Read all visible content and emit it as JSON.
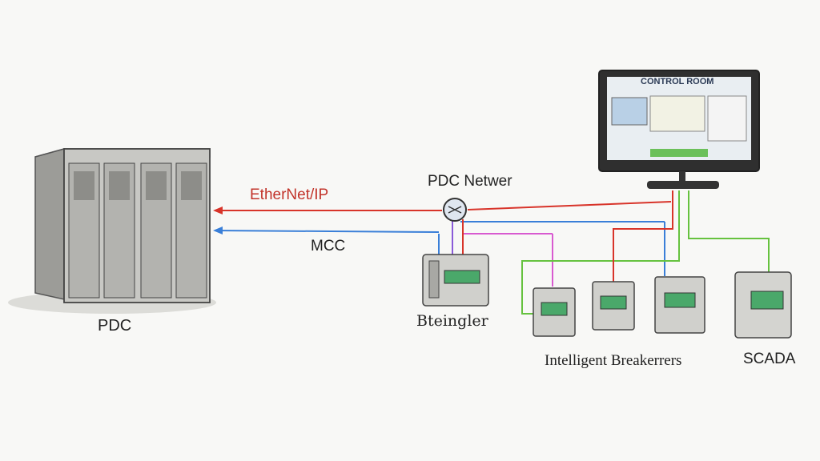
{
  "labels": {
    "pdc": "PDC",
    "ethernet_ip": "EtherNet/IP",
    "mcc": "MCC",
    "network": "PDC Netwer",
    "bteingler": "Bteingler",
    "intelligent_breakers": "Intelligent Breakerrers",
    "scada": "SCADA"
  },
  "monitor": {
    "title": "CONTROL ROOM"
  },
  "colors": {
    "ethernet_line": "#d8342a",
    "mcc_line": "#3a7fd8",
    "green_line": "#66c23f",
    "magenta_line": "#d85ad0",
    "sketch": "#555555",
    "screen_bg": "#e9eef2",
    "lcd": "#4aa86a"
  }
}
